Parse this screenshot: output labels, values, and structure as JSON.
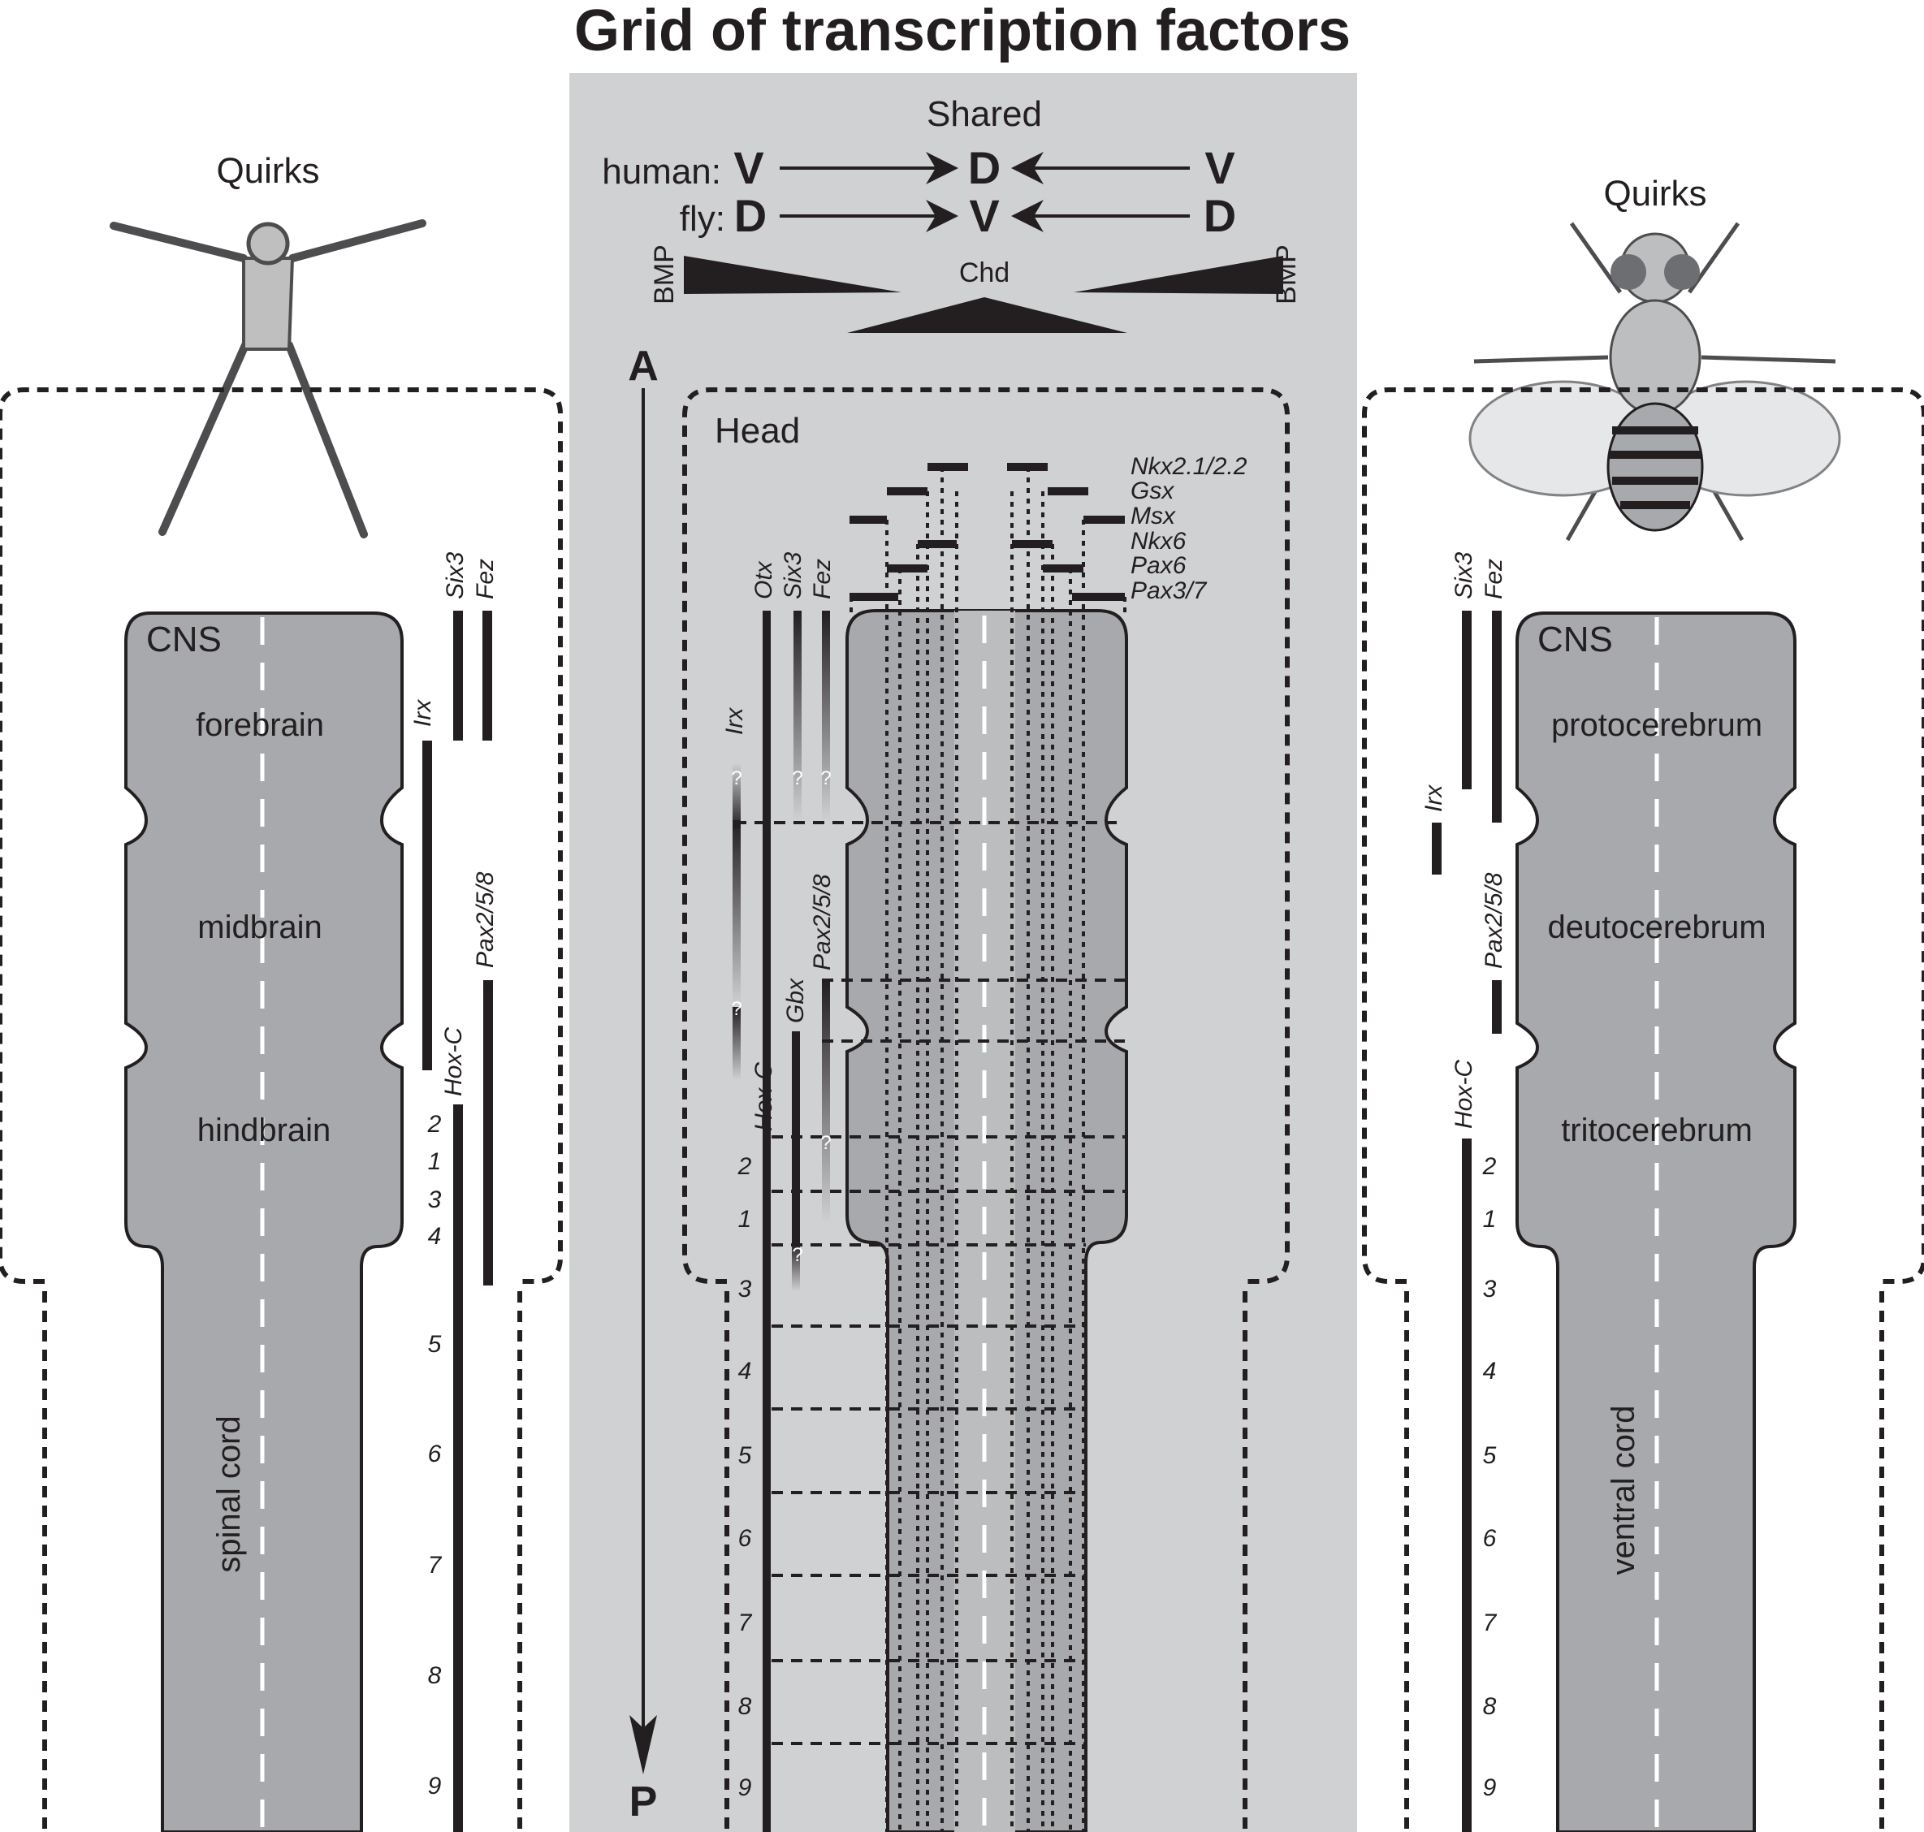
{
  "title": "Grid of transcription factors",
  "shared": {
    "heading": "Shared",
    "human_label": "human:",
    "fly_label": "fly:",
    "human_axis": [
      "V",
      "D",
      "V"
    ],
    "fly_axis": [
      "D",
      "V",
      "D"
    ],
    "bmp_left": "BMP",
    "bmp_right": "BMP",
    "chd": "Chd",
    "axis_a": "A",
    "axis_p": "P",
    "head": "Head",
    "factors_top": [
      "Nkx2.1/2.2",
      "Gsx",
      "Msx",
      "Nkx6",
      "Pax6",
      "Pax3/7"
    ],
    "genes": {
      "otx": "Otx",
      "six3": "Six3",
      "fez": "Fez",
      "irx": "Irx",
      "pax258": "Pax2/5/8",
      "gbx": "Gbx",
      "hoxc": "Hox-C"
    },
    "hox_numbers": [
      "2",
      "1",
      "3",
      "4",
      "5",
      "6",
      "7",
      "8",
      "9"
    ],
    "unknown_mark": "?"
  },
  "human": {
    "heading": "Quirks",
    "cns": "CNS",
    "regions": [
      "forebrain",
      "midbrain",
      "hindbrain"
    ],
    "cord": "spinal cord",
    "genes": {
      "six3": "Six3",
      "fez": "Fez",
      "irx": "Irx",
      "pax258": "Pax2/5/8",
      "hoxc": "Hox-C"
    },
    "hox_numbers": [
      "2",
      "1",
      "3",
      "4",
      "5",
      "6",
      "7",
      "8",
      "9"
    ]
  },
  "fly": {
    "heading": "Quirks",
    "cns": "CNS",
    "regions": [
      "protocerebrum",
      "deutocerebrum",
      "tritocerebrum"
    ],
    "cord": "ventral cord",
    "genes": {
      "six3": "Six3",
      "fez": "Fez",
      "irx": "Irx",
      "pax258": "Pax2/5/8",
      "hoxc": "Hox-C"
    },
    "hox_numbers": [
      "2",
      "1",
      "3",
      "4",
      "5",
      "6",
      "7",
      "8",
      "9"
    ]
  },
  "colors": {
    "panel": "#d0d1d3",
    "tissue": "#a7a9ac",
    "ink": "#231f20",
    "dash": "#ffffff"
  }
}
